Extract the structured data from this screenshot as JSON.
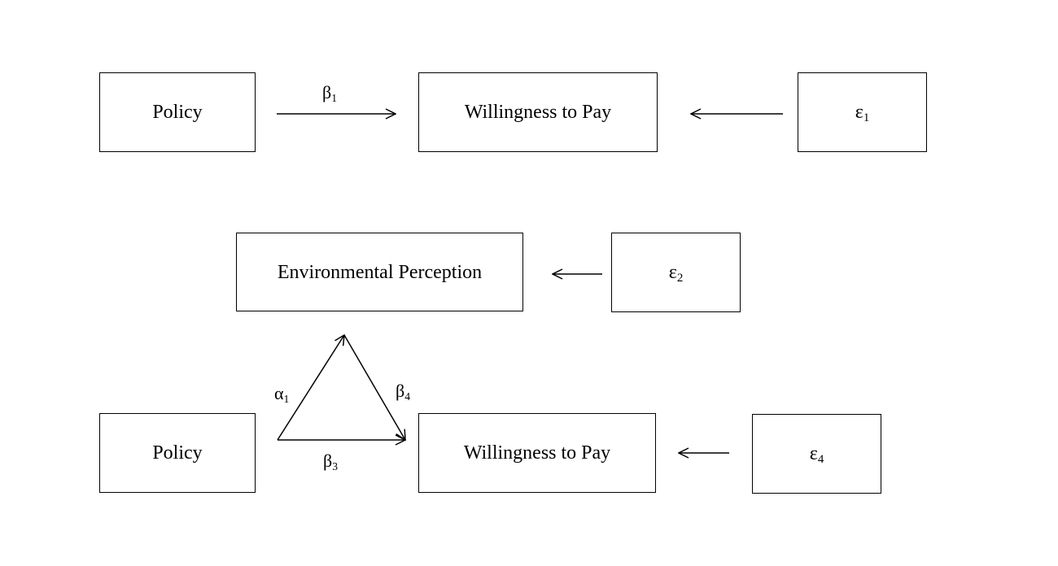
{
  "model1": {
    "policy": "Policy",
    "wtp": "Willingness to Pay",
    "error": {
      "sym": "ε",
      "sub": "1"
    },
    "beta": {
      "sym": "β",
      "sub": "1"
    }
  },
  "model2": {
    "perception": "Environmental Perception",
    "error_perception": {
      "sym": "ε",
      "sub": "2"
    },
    "policy": "Policy",
    "wtp": "Willingness to Pay",
    "error_wtp": {
      "sym": "ε",
      "sub": "4"
    },
    "alpha": {
      "sym": "α",
      "sub": "1"
    },
    "beta_mediator": {
      "sym": "β",
      "sub": "4"
    },
    "beta_direct": {
      "sym": "β",
      "sub": "3"
    }
  }
}
